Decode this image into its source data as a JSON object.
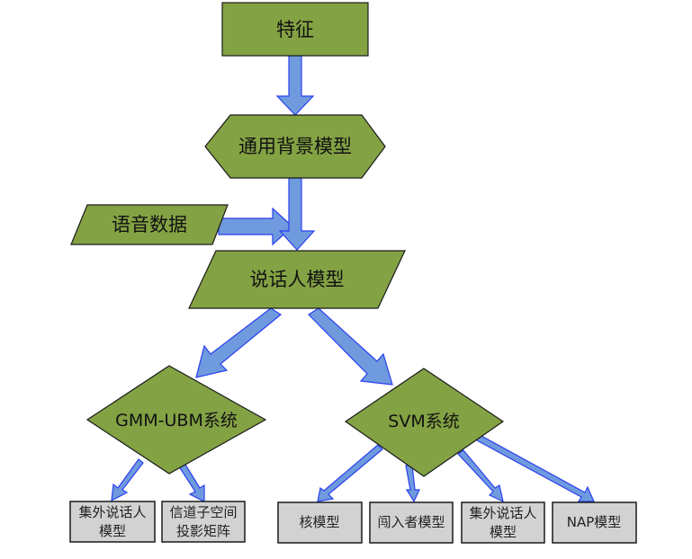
{
  "diagram": {
    "title": "说话人识别系统结构",
    "colors": {
      "node_fill": "#83A244",
      "leaf_fill": "#D2D2D2",
      "arrow_fill": "#6F9BDE",
      "arrow_stroke": "#2A3FF0"
    },
    "nodes": {
      "features": "特征",
      "ubm": "通用背景模型",
      "speech_data": "语音数据",
      "speaker_model": "说话人模型",
      "gmm_ubm": "GMM-UBM系统",
      "svm": "SVM系统"
    },
    "leaves": {
      "gmm_cohort_line1": "集外说话人",
      "gmm_cohort_line2": "模型",
      "channel_line1": "信道子空间",
      "channel_line2": "投影矩阵",
      "kernel": "核模型",
      "impostor": "闯入者模型",
      "svm_cohort_line1": "集外说话人",
      "svm_cohort_line2": "模型",
      "nap": "NAP模型"
    },
    "edges": [
      {
        "from": "特征",
        "to": "通用背景模型"
      },
      {
        "from": "通用背景模型",
        "to": "说话人模型"
      },
      {
        "from": "语音数据",
        "to": "说话人模型"
      },
      {
        "from": "说话人模型",
        "to": "GMM-UBM系统"
      },
      {
        "from": "说话人模型",
        "to": "SVM系统"
      },
      {
        "from": "GMM-UBM系统",
        "to": "集外说话人模型"
      },
      {
        "from": "GMM-UBM系统",
        "to": "信道子空间投影矩阵"
      },
      {
        "from": "SVM系统",
        "to": "核模型"
      },
      {
        "from": "SVM系统",
        "to": "闯入者模型"
      },
      {
        "from": "SVM系统",
        "to": "集外说话人模型"
      },
      {
        "from": "SVM系统",
        "to": "NAP模型"
      }
    ]
  }
}
